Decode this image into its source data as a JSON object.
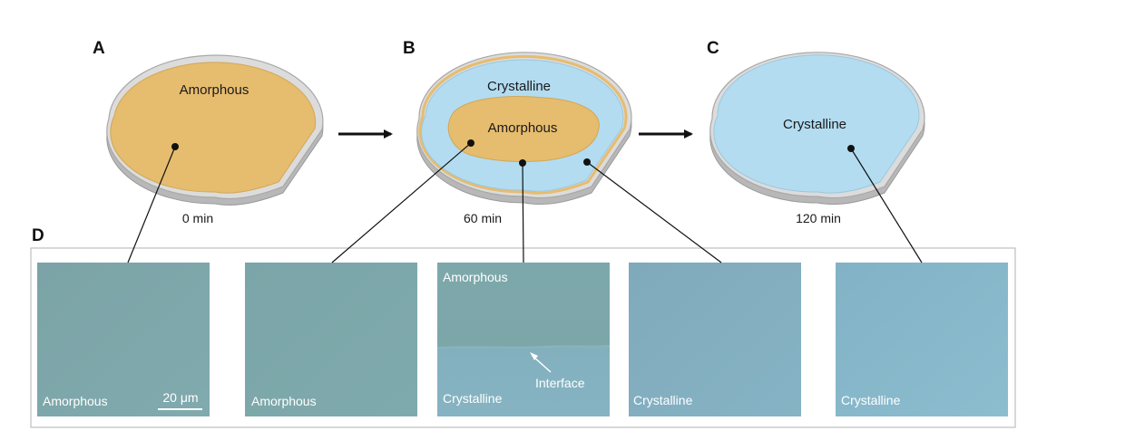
{
  "panels": {
    "a": {
      "letter": "A",
      "wafer_label": "Amorphous",
      "time": "0 min"
    },
    "b": {
      "letter": "B",
      "outer_label": "Crystalline",
      "inner_label": "Amorphous",
      "time": "60 min"
    },
    "c": {
      "letter": "C",
      "wafer_label": "Crystalline",
      "time": "120 min"
    },
    "d": {
      "letter": "D"
    }
  },
  "micrographs": [
    {
      "label": "Amorphous"
    },
    {
      "label": "Amorphous"
    },
    {
      "top_label": "Amorphous",
      "bottom_label": "Crystalline",
      "interface_label": "Interface"
    },
    {
      "label": "Crystalline"
    },
    {
      "label": "Crystalline"
    }
  ],
  "scale_bar": {
    "label": "20 μm"
  },
  "colors": {
    "amorphous_film": "#E6BC6E",
    "crystalline_film": "#B3DCF1",
    "wafer_edge": "#C9C9C9",
    "micrograph_amorphous": "#7EA9AC",
    "micrograph_crystalline": "#86B6C8"
  }
}
